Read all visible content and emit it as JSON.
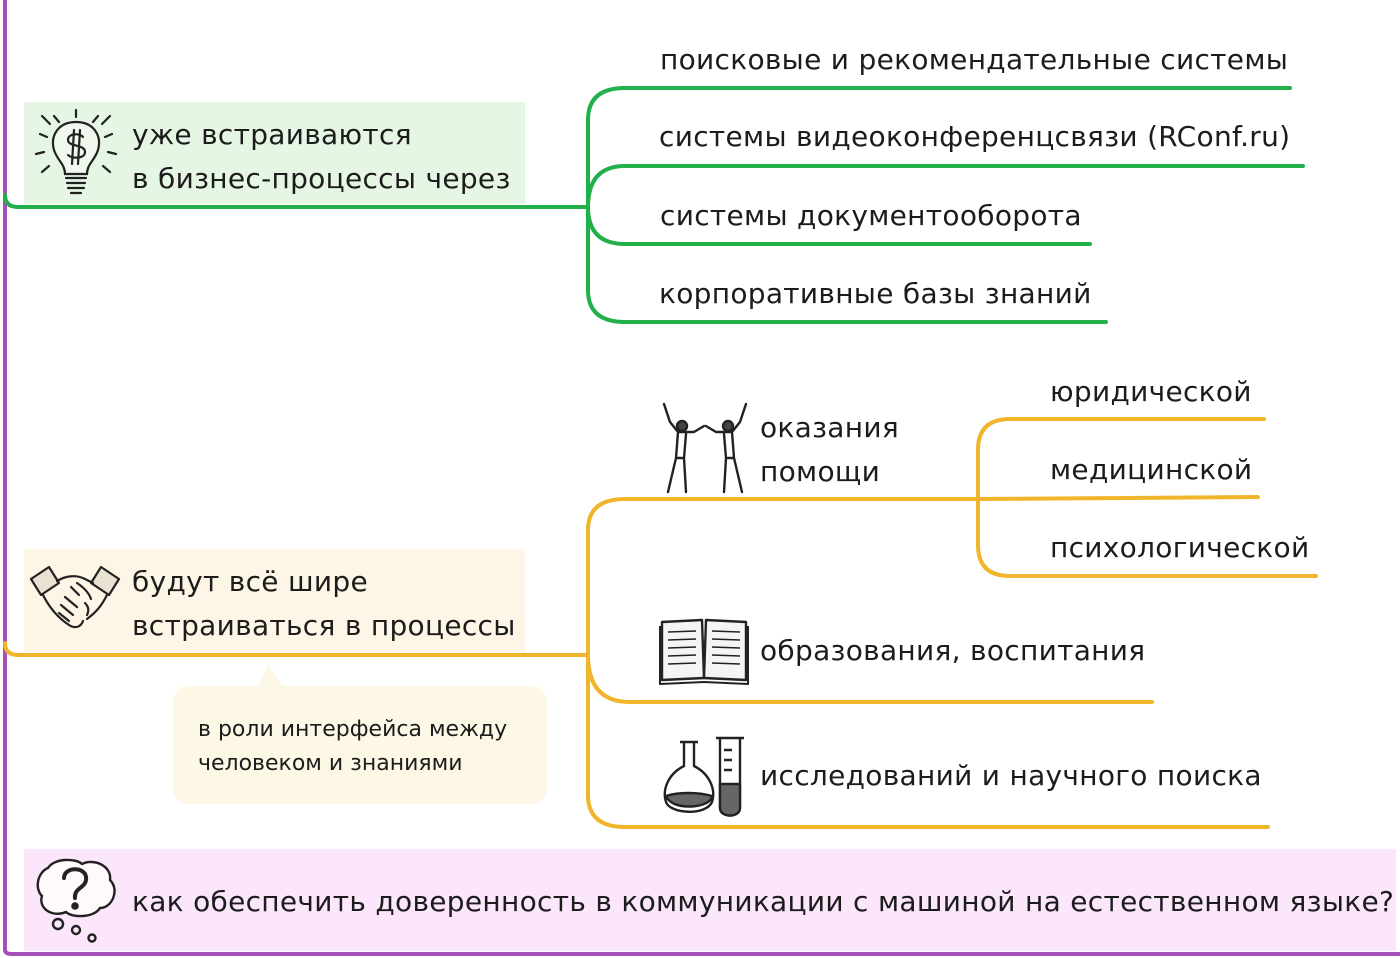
{
  "colors": {
    "frame": "#a64fb8",
    "green_branch": "#22b04a",
    "green_box": "#e6f6e4",
    "orange_branch": "#f0b52a",
    "orange_box": "#fdf6e6",
    "question_box": "#fbe6fb"
  },
  "branch1": {
    "text_line1": "уже встраиваются",
    "text_line2": "в бизнес-процессы через",
    "icon": "lightbulb-dollar-icon",
    "items": [
      "поисковые и рекомендательные системы",
      "системы видеоконференцсвязи (RConf.ru)",
      "системы документооборота",
      "корпоративные базы знаний"
    ]
  },
  "branch2": {
    "text_line1": "будут всё шире",
    "text_line2": "встраиваться в процессы",
    "icon": "handshake-icon",
    "callout_line1": "в роли интерфейса между",
    "callout_line2": "человеком и знаниями",
    "help": {
      "line1": "оказания",
      "line2": "помощи",
      "icon": "people-holding-hands-icon",
      "items": [
        "юридической",
        "медицинской",
        "психологической"
      ]
    },
    "education": {
      "label": "образования, воспитания",
      "icon": "open-book-icon"
    },
    "research": {
      "label": "исследований и научного поиска",
      "icon": "lab-flask-icon"
    }
  },
  "question": {
    "text": "как обеспечить доверенность в коммуникации с машиной на естественном языке?",
    "icon": "question-bubble-icon"
  }
}
